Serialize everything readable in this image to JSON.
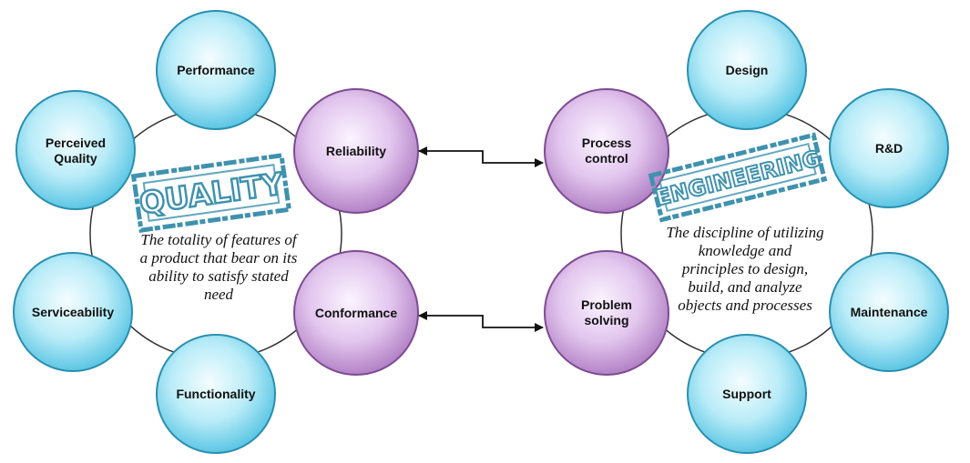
{
  "colors": {
    "blue_fill": "#8fdcf0",
    "blue_edge": "#2a8fb0",
    "purple_fill": "#d9b5e6",
    "purple_edge": "#7e4a92",
    "stamp": "#3f92ae",
    "outline": "#333333"
  },
  "quality": {
    "stamp": "QUALITY",
    "description": [
      "The totality of features of",
      "a product that bear on its",
      "ability to satisfy stated",
      "need"
    ],
    "outer_nodes": {
      "performance": "Performance",
      "perceived": [
        "Perceived",
        "Quality"
      ],
      "serviceability": "Serviceability",
      "functionality": "Functionality"
    },
    "link_nodes": {
      "reliability": "Reliability",
      "conformance": "Conformance"
    }
  },
  "engineering": {
    "stamp": "ENGINEERING",
    "description": [
      "The discipline of utilizing",
      "knowledge and",
      "principles to design,",
      "build, and analyze",
      "objects and processes"
    ],
    "outer_nodes": {
      "design": "Design",
      "rd": "R&D",
      "maintenance": "Maintenance",
      "support": "Support"
    },
    "link_nodes": {
      "process_control": [
        "Process",
        "control"
      ],
      "problem_solving": [
        "Problem",
        "solving"
      ]
    }
  }
}
